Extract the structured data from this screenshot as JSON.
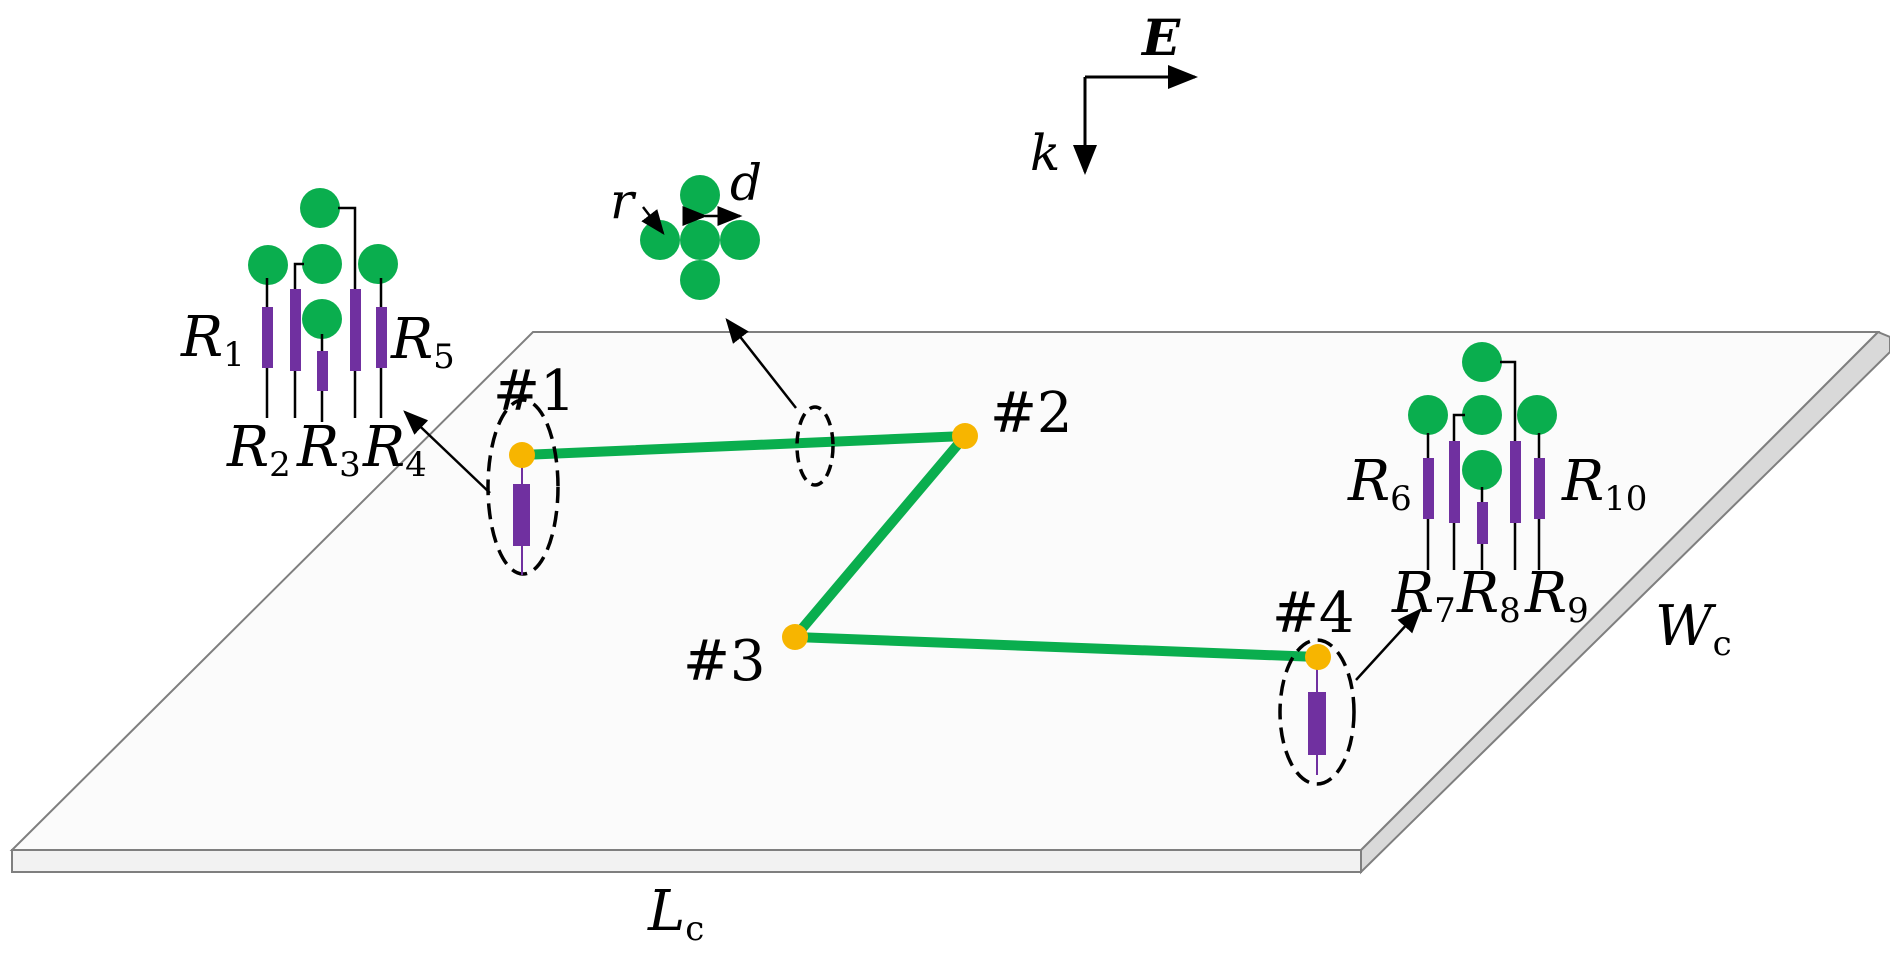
{
  "field_axes": {
    "e_label": "E",
    "k_label": "k"
  },
  "nodes": [
    {
      "label": "#1"
    },
    {
      "label": "#2"
    },
    {
      "label": "#3"
    },
    {
      "label": "#4"
    }
  ],
  "cross_section": {
    "radius_label": "r",
    "spacing_label": "d"
  },
  "load_group_left": {
    "resistors": [
      {
        "sym": "R",
        "sub": "1"
      },
      {
        "sym": "R",
        "sub": "2"
      },
      {
        "sym": "R",
        "sub": "3"
      },
      {
        "sym": "R",
        "sub": "4"
      },
      {
        "sym": "R",
        "sub": "5"
      }
    ]
  },
  "load_group_right": {
    "resistors": [
      {
        "sym": "R",
        "sub": "6"
      },
      {
        "sym": "R",
        "sub": "7"
      },
      {
        "sym": "R",
        "sub": "8"
      },
      {
        "sym": "R",
        "sub": "9"
      },
      {
        "sym": "R",
        "sub": "10"
      }
    ]
  },
  "plane": {
    "length_sym": "L",
    "length_sub": "c",
    "width_sym": "W",
    "width_sub": "c"
  },
  "colors": {
    "wire": "#0aae4e",
    "conductor": "#0aae4e",
    "node": "#f7b500",
    "resistor": "#7030a0",
    "plane_top": "#fbfbfb",
    "plane_edge": "#7f7f7f",
    "plane_side": "#d9d9d9"
  }
}
